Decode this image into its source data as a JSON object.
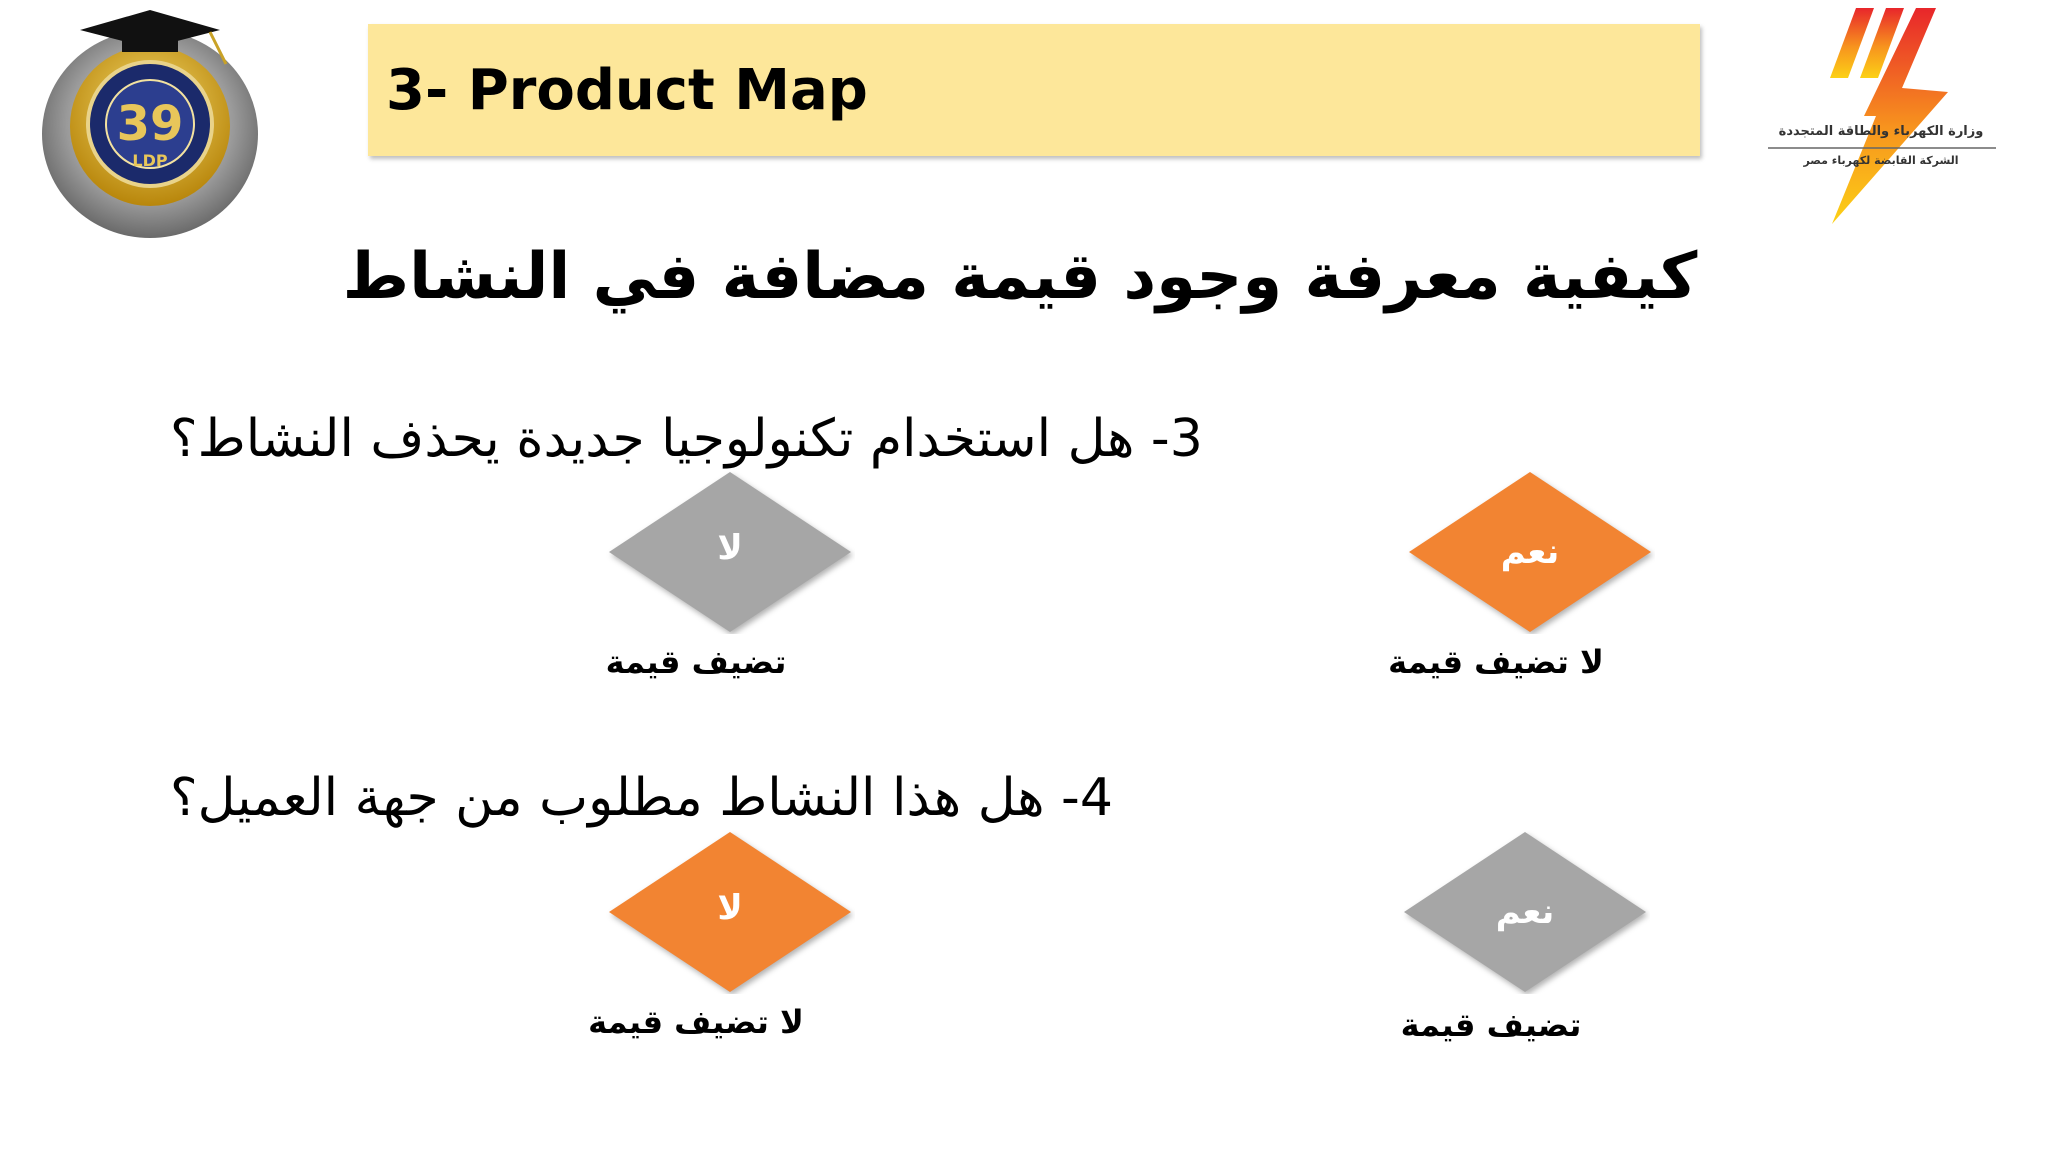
{
  "header": {
    "title": "3- Product Map",
    "emblem_text": "39",
    "emblem_subtext": "LDP",
    "ministry_line1": "وزارة الكهرباء والطاقة المتجددة",
    "ministry_line2": "الشركة القابضة لكهرباء مصر"
  },
  "main": {
    "heading": "كيفية معرفة وجود قيمة مضافة في النشاط",
    "questions": [
      {
        "text": "3- هل استخدام تكنولوجيا جديدة يحذف النشاط؟",
        "no_label": "لا",
        "no_caption": "تضيف قيمة",
        "yes_label": "نعم",
        "yes_caption": "لا تضيف قيمة",
        "highlighted": "yes"
      },
      {
        "text": "4- هل هذا النشاط مطلوب من جهة العميل؟",
        "no_label": "لا",
        "no_caption": "لا تضيف قيمة",
        "yes_label": "نعم",
        "yes_caption": "تضيف قيمة",
        "highlighted": "no"
      }
    ]
  },
  "colors": {
    "title_bar": "#fde79a",
    "highlight": "#f28432",
    "neutral": "#a6a6a6",
    "logo_orange": "#f7931e",
    "logo_red": "#e8262b"
  }
}
